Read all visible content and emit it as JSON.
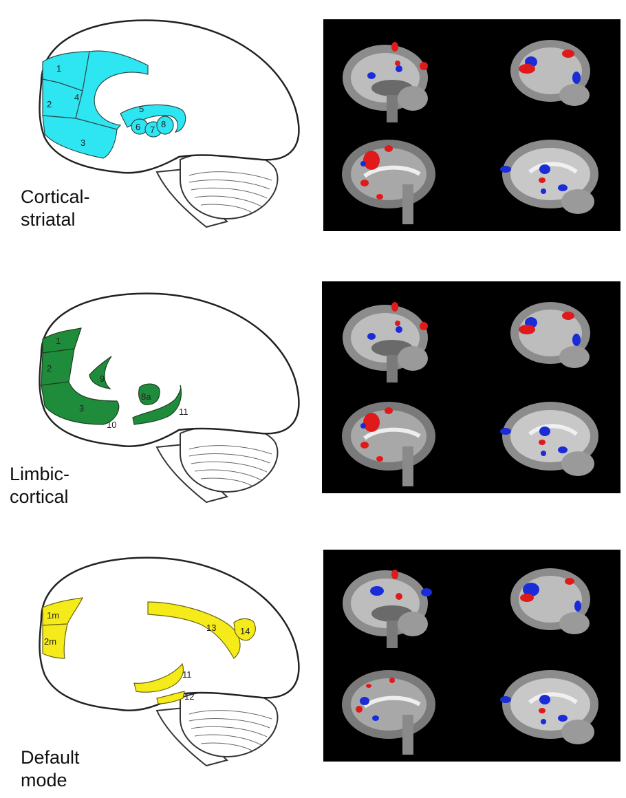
{
  "networks": [
    {
      "id": "cortical-striatal",
      "label_line1": "Cortical-",
      "label_line2": "striatal",
      "color": "#2EE6F2",
      "region_numbers": [
        "1",
        "2",
        "3",
        "4",
        "5",
        "6",
        "7",
        "8"
      ]
    },
    {
      "id": "limbic-cortical",
      "label_line1": "Limbic-",
      "label_line2": "cortical",
      "color": "#1E8C3A",
      "region_numbers": [
        "1",
        "2",
        "3",
        "8a",
        "9",
        "10",
        "11"
      ]
    },
    {
      "id": "default-mode",
      "label_line1": "Default",
      "label_line2": "mode",
      "color": "#F5EA1A",
      "region_numbers": [
        "1m",
        "2m",
        "11",
        "12",
        "13",
        "14"
      ]
    }
  ],
  "colors": {
    "activation_positive": "#E01A1A",
    "activation_negative": "#1A2CD8",
    "scan_background": "#000000",
    "outline": "#222222"
  }
}
